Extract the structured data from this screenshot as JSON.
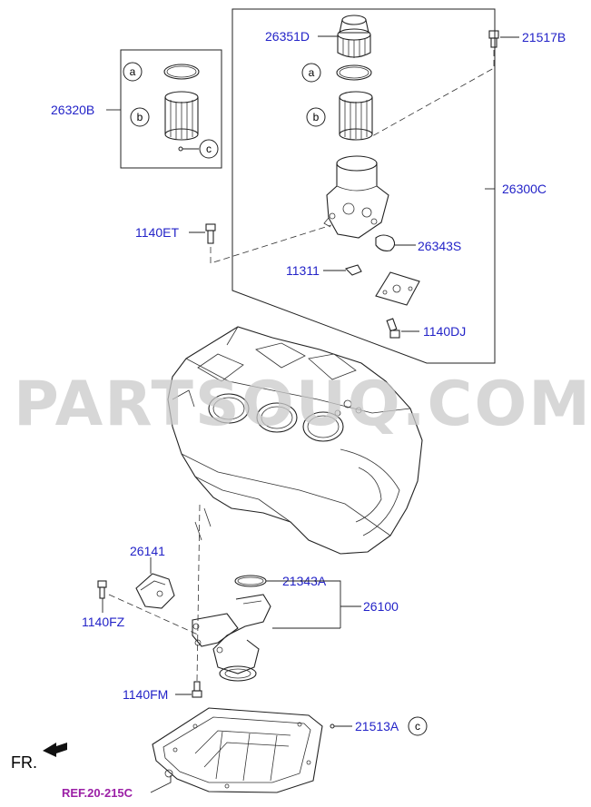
{
  "watermark": "PARTSOUQ.COM",
  "direction_label": "FR.",
  "ref_label": "REF.20-215C",
  "callouts": {
    "a": "a",
    "b": "b",
    "c": "c"
  },
  "labels": {
    "p26351D": "26351D",
    "p21517B": "21517B",
    "p26320B": "26320B",
    "p26300C": "26300C",
    "p1140ET": "1140ET",
    "p26343S": "26343S",
    "p11311": "11311",
    "p1140DJ": "1140DJ",
    "p26141": "26141",
    "p21343A": "21343A",
    "p26100": "26100",
    "p1140FZ": "1140FZ",
    "p1140FM": "1140FM",
    "p21513A": "21513A"
  },
  "colors": {
    "part_number": "#2323c8",
    "reference": "#9b1fa6",
    "watermark": "#c9c9c9",
    "line": "#222222"
  }
}
